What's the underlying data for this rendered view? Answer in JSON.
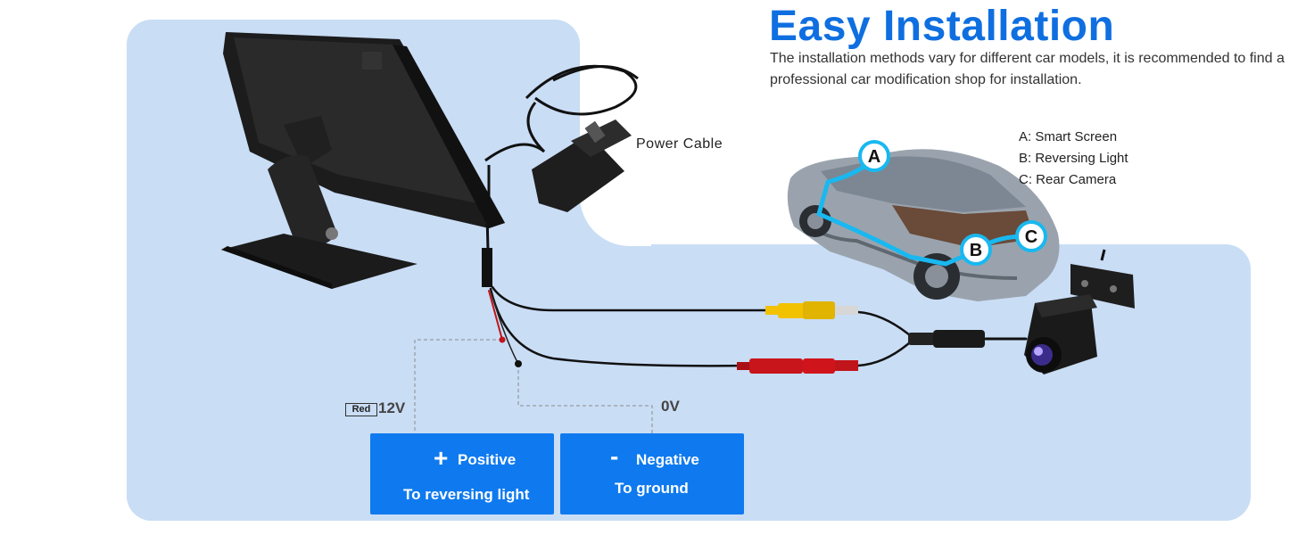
{
  "header": {
    "title": "Easy Installation",
    "subtitle": "The installation methods vary for different car models, it is recommended to find a professional car modification shop for installation."
  },
  "legend": {
    "a": "A: Smart Screen",
    "b": "B: Reversing Light",
    "c": "C: Rear Camera"
  },
  "labels": {
    "power_cable": "Power  Cable",
    "red_tag": "Red",
    "voltage_12": "12V",
    "voltage_0": "0V"
  },
  "markers": [
    "A",
    "B",
    "C"
  ],
  "positive": {
    "symbol": "+",
    "heading": "Positive",
    "sub": "To reversing light"
  },
  "negative": {
    "symbol": "-",
    "heading": "Negative",
    "sub": "To ground"
  },
  "colors": {
    "accent_blue": "#0f6fe0",
    "button_blue": "#0f7aef",
    "panel_bg": "#c9ddf5",
    "route_cyan": "#19b8f0",
    "rca_yellow": "#f2c200",
    "rca_red": "#d0141c"
  }
}
